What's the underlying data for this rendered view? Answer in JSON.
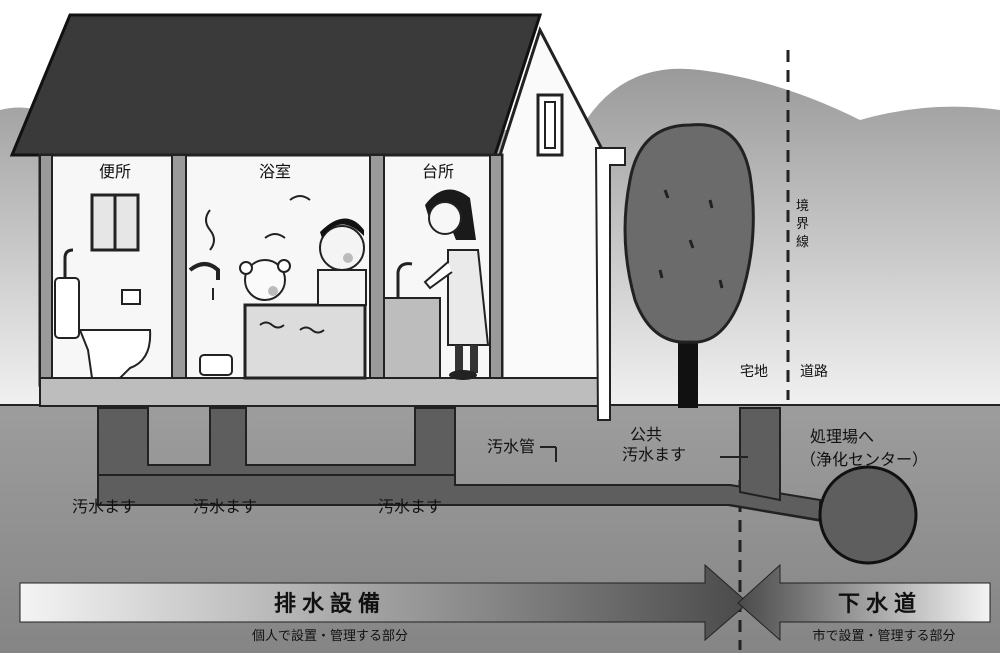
{
  "rooms": {
    "toilet": "便所",
    "bathroom": "浴室",
    "kitchen": "台所"
  },
  "labels": {
    "boundary_line": "境界線",
    "residential_land": "宅地",
    "road": "道路",
    "sewage_pipe": "汚水管",
    "public_catch_basin_line1": "公共",
    "public_catch_basin_line2": "汚水ます",
    "to_treatment_plant_line1": "処理場へ",
    "to_treatment_plant_line2": "（浄化センター）",
    "catch_basin_1": "汚水ます",
    "catch_basin_2": "汚水ます",
    "catch_basin_3": "汚水ます"
  },
  "bands": {
    "drainage_facility": {
      "title": "排水設備",
      "subtitle": "個人で設置・管理する部分"
    },
    "sewer": {
      "title": "下水道",
      "subtitle": "市で設置・管理する部分"
    }
  },
  "colors": {
    "ground": "#8a8a8a",
    "pipe": "#5e5e5e",
    "roof": "#3a3a3a",
    "tree": "#6b6b6b"
  }
}
